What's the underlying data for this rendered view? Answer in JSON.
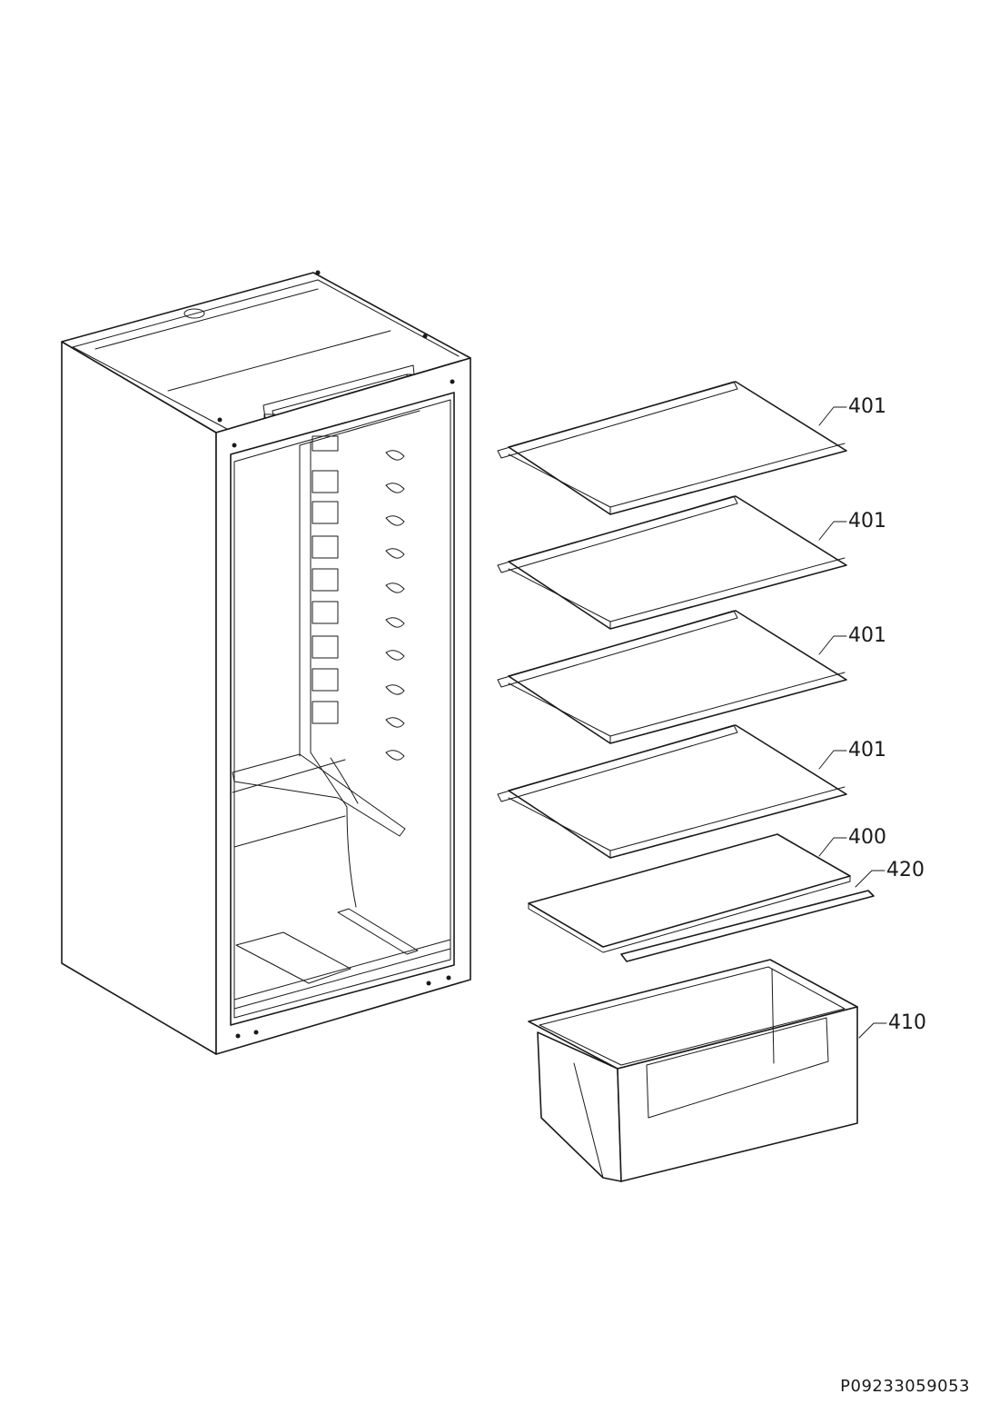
{
  "callouts": [
    {
      "id": "shelf-1",
      "label": "401"
    },
    {
      "id": "shelf-2",
      "label": "401"
    },
    {
      "id": "shelf-3",
      "label": "401"
    },
    {
      "id": "shelf-4",
      "label": "401"
    },
    {
      "id": "glass-plate",
      "label": "400"
    },
    {
      "id": "trim-strip",
      "label": "420"
    },
    {
      "id": "crisper-drawer",
      "label": "410"
    }
  ],
  "document_code": "P09233059053",
  "colors": {
    "line": "#1a1a1a",
    "background": "#ffffff"
  }
}
